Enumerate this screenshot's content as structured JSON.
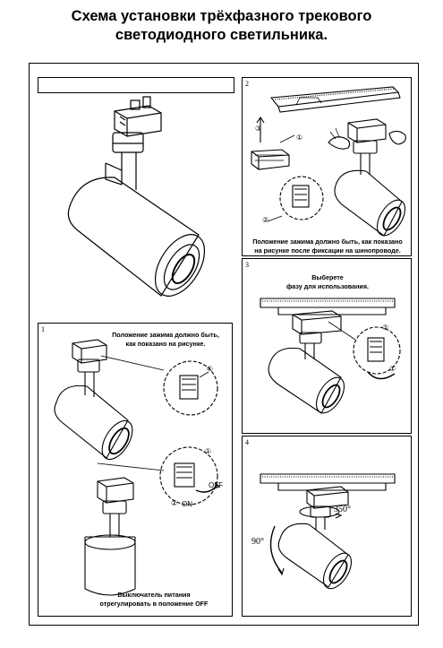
{
  "title": {
    "line1": "Схема установки трёхфазного трекового",
    "line2": "светодиодного светильника."
  },
  "panels": {
    "p1": {
      "number": "1",
      "caption_top_1": "Положение зажима должно быть,",
      "caption_top_2": "как показано на рисунке.",
      "marker_1": "①",
      "marker_2": "②",
      "off": "OFF",
      "on": "ON",
      "caption_bottom_1": "Выключатель питания",
      "caption_bottom_2": "отрегулировать в положение OFF"
    },
    "p2": {
      "number": "2",
      "marker_1": "①",
      "marker_2": "②",
      "marker_3": "③",
      "caption_1": "Положение зажима должно быть, как показано",
      "caption_2": "на рисунке после фиксации на шинопроводе."
    },
    "p3": {
      "number": "3",
      "caption_1": "Выберете",
      "caption_2": "фазу для использования.",
      "marker_1": "①",
      "marker_2": "②"
    },
    "p4": {
      "number": "4",
      "angle_rotate": "350°",
      "angle_tilt": "90°"
    }
  }
}
